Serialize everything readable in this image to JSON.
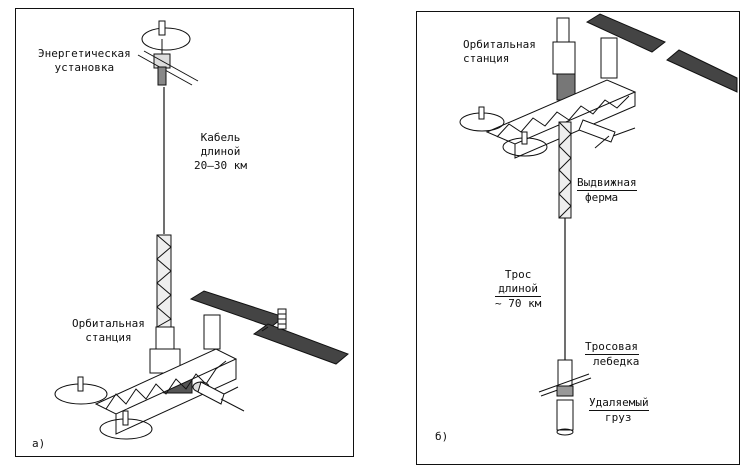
{
  "panel_a": {
    "letter": "а)",
    "power_unit": [
      "Энергетическая",
      "установка"
    ],
    "cable": [
      "Кабель",
      "длиной",
      "20–30 км"
    ],
    "station": [
      "Орбитальная",
      "станция"
    ]
  },
  "panel_b": {
    "letter": "б)",
    "station": [
      "Орбитальная",
      "станция"
    ],
    "truss": [
      "Выдвижная",
      "ферма"
    ],
    "tether": [
      "Трос",
      "длиной",
      "~ 70 км"
    ],
    "winch": [
      "Тросовая",
      "лебедка"
    ],
    "payload": [
      "Удаляемый",
      "груз"
    ]
  }
}
